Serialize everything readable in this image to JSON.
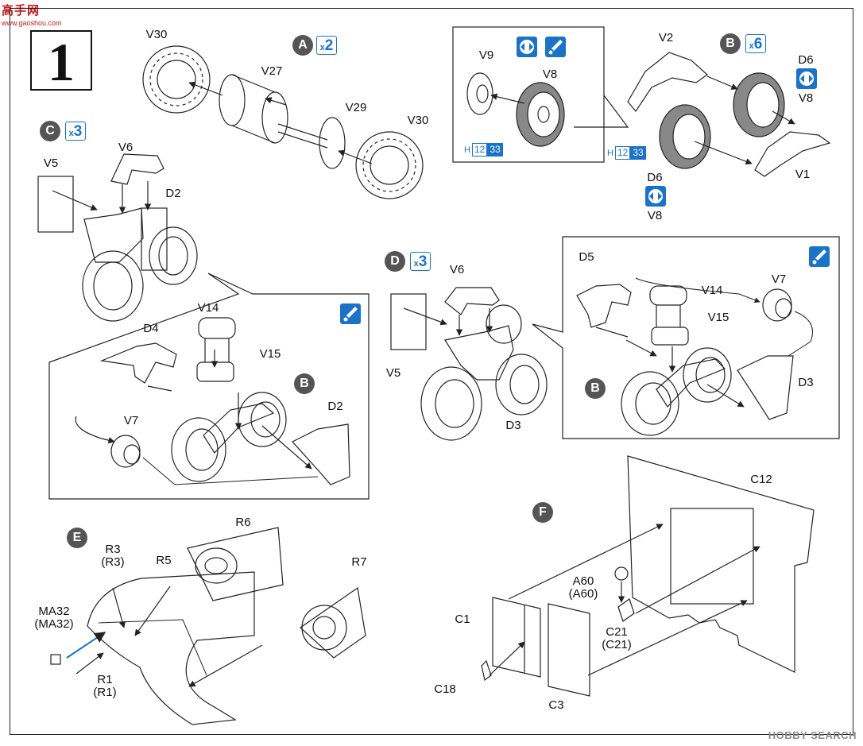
{
  "step_number": "1",
  "watermark": {
    "logo": "高手网",
    "url": "www.gaoshou.com",
    "bottom": "HOBBY SEARCH"
  },
  "callouts": {
    "A": {
      "letter": "A",
      "mult": "2"
    },
    "B": {
      "letter": "B",
      "mult": "6"
    },
    "C": {
      "letter": "C",
      "mult": "3"
    },
    "D": {
      "letter": "D",
      "mult": "3"
    },
    "E": {
      "letter": "E"
    },
    "F": {
      "letter": "F"
    }
  },
  "refs": {
    "B1": "B",
    "B2": "B"
  },
  "colors": {
    "accent": "#1a73c9",
    "callout": "#555555",
    "line": "#222222"
  },
  "paint": {
    "h": "H",
    "c1": "12",
    "c2": "33"
  },
  "parts": {
    "v30a": "V30",
    "v27": "V27",
    "v29": "V29",
    "v30b": "V30",
    "v9": "V9",
    "v8a": "V8",
    "v2": "V2",
    "d6a": "D6",
    "v8b": "V8",
    "d6b": "D6",
    "v8c": "V8",
    "v1": "V1",
    "v6a": "V6",
    "v5a": "V5",
    "d2a": "D2",
    "v14a": "V14",
    "d4": "D4",
    "v15a": "V15",
    "v7a": "V7",
    "d2b": "D2",
    "v6b": "V6",
    "v5b": "V5",
    "d3a": "D3",
    "d5": "D5",
    "v14b": "V14",
    "v7b": "V7",
    "v15b": "V15",
    "d3b": "D3",
    "r6": "R6",
    "r3": "R3",
    "r3p": "(R3)",
    "r5": "R5",
    "r7": "R7",
    "ma32": "MA32",
    "ma32p": "(MA32)",
    "r1": "R1",
    "r1p": "(R1)",
    "c12": "C12",
    "a60": "A60",
    "a60p": "(A60)",
    "c1": "C1",
    "c21": "C21",
    "c21p": "(C21)",
    "c18": "C18",
    "c3": "C3"
  }
}
